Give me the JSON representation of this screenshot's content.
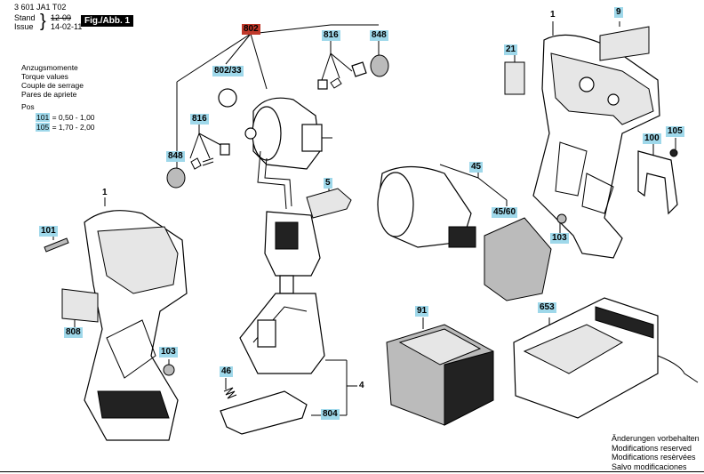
{
  "header": {
    "doc_number": "3 601 JA1 T02",
    "stand_label": "Stand",
    "stand_value": "12-09",
    "issue_label": "Issue",
    "issue_value": "14-02-11",
    "figure_label": "Fig./Abb. 1"
  },
  "torque": {
    "lines": [
      "Anzugsmomente",
      "Torque values",
      "Couple de serrage",
      "Pares de apriete"
    ],
    "pos_label": "Pos",
    "rows": [
      {
        "pos": "101",
        "value": "= 0,50 - 1,00"
      },
      {
        "pos": "105",
        "value": "= 1,70 - 2,00"
      }
    ]
  },
  "parts": {
    "p802": "802",
    "p816a": "816",
    "p848a": "848",
    "p802_33": "802/33",
    "p816b": "816",
    "p848b": "848",
    "p1a": "1",
    "p9": "9",
    "p21": "21",
    "p105": "105",
    "p100": "100",
    "p45": "45",
    "p5": "5",
    "p45_60": "45/60",
    "p103a": "103",
    "p1b": "1",
    "p101": "101",
    "p808": "808",
    "p103b": "103",
    "p46": "46",
    "p4": "4",
    "p804": "804",
    "p91": "91",
    "p653": "653"
  },
  "disclaimer": [
    "Änderungen vorbehalten",
    "Modifications reserved",
    "Modifications resèrvées",
    "Salvo modificaciones"
  ],
  "colors": {
    "highlight": "#9fd8ea",
    "highlight_red": "#c0392b"
  }
}
